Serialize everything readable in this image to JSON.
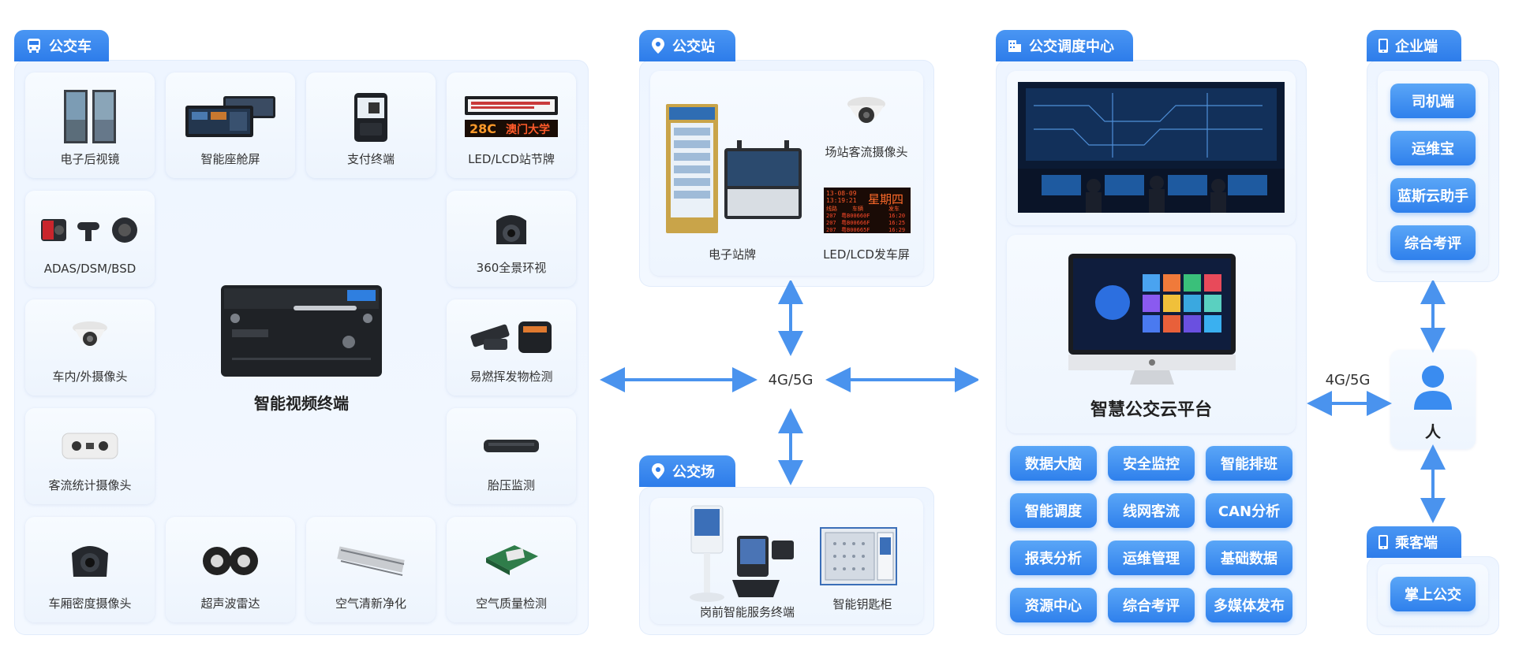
{
  "bus": {
    "tab": "公交车",
    "center": "智能视频终端",
    "items": [
      "电子后视镜",
      "智能座舱屏",
      "支付终端",
      "LED/LCD站节牌",
      "ADAS/DSM/BSD",
      "360全景环视",
      "车内/外摄像头",
      "易燃挥发物检测",
      "客流统计摄像头",
      "胎压监测",
      "车厢密度摄像头",
      "超声波雷达",
      "空气清新净化",
      "空气质量检测"
    ],
    "led": {
      "temp": "28C",
      "station": "澳门大学"
    }
  },
  "station": {
    "tab": "公交站",
    "items": [
      "电子站牌",
      "场站客流摄像头",
      "LED/LCD发车屏"
    ],
    "screen": {
      "date": "13-08-09",
      "time": "13:19:21",
      "weekday": "星期四",
      "col1": "线路",
      "col2": "车辆",
      "col3": "发车",
      "rows": [
        [
          "207",
          "粤B00660F",
          "16:20"
        ],
        [
          "207",
          "粤B00666F",
          "16:25"
        ],
        [
          "207",
          "粤B00665F",
          "16:29"
        ]
      ]
    }
  },
  "depot": {
    "tab": "公交场",
    "items": [
      "岗前智能服务终端",
      "智能钥匙柜"
    ]
  },
  "dispatch": {
    "tab": "公交调度中心",
    "platform": "智慧公交云平台",
    "buttons": [
      "数据大脑",
      "安全监控",
      "智能排班",
      "智能调度",
      "线网客流",
      "CAN分析",
      "报表分析",
      "运维管理",
      "基础数据",
      "资源中心",
      "综合考评",
      "多媒体发布"
    ]
  },
  "enterprise": {
    "tab": "企业端",
    "buttons": [
      "司机端",
      "运维宝",
      "蓝斯云助手",
      "综合考评"
    ]
  },
  "passenger": {
    "tab": "乘客端",
    "buttons": [
      "掌上公交"
    ]
  },
  "network": {
    "left": "4G/5G",
    "right": "4G/5G"
  },
  "person": "人",
  "colors": {
    "accent": "#2d7cea",
    "arrow": "#4a93ee"
  }
}
